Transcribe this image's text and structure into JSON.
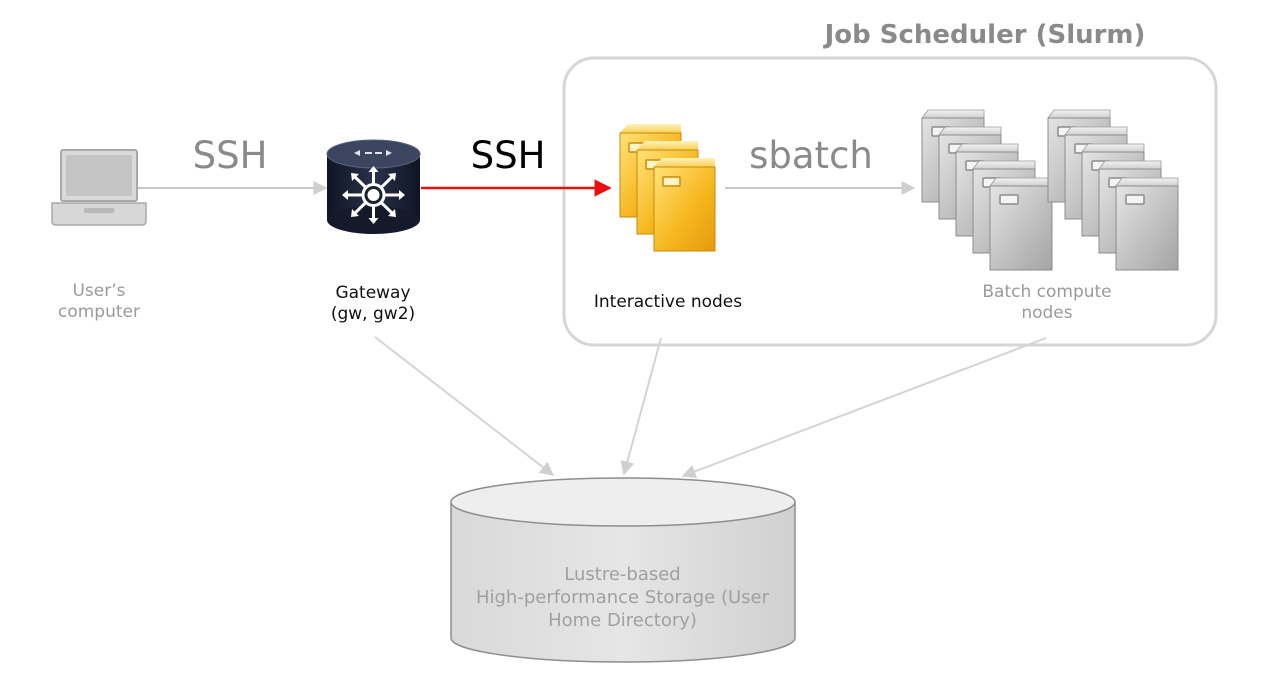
{
  "group": {
    "title": "Job Scheduler (Slurm)"
  },
  "nodes": {
    "user_computer": {
      "label": [
        "User’s",
        "computer"
      ]
    },
    "gateway": {
      "label": [
        "Gateway",
        "(gw, gw2)"
      ]
    },
    "interactive_nodes": {
      "label": [
        "Interactive nodes"
      ]
    },
    "batch_nodes": {
      "label": [
        "Batch compute",
        "nodes"
      ]
    },
    "storage": {
      "label": [
        "Lustre-based",
        "High-performance Storage (User",
        "Home Directory)"
      ]
    }
  },
  "edges": {
    "user_to_gateway": {
      "label": "SSH",
      "color": "#c8c8c8",
      "label_color": "#8a8a8a"
    },
    "gateway_to_interactive": {
      "label": "SSH",
      "color": "#e81010",
      "label_color": "#000000"
    },
    "interactive_to_batch": {
      "label": "sbatch",
      "color": "#c8c8c8",
      "label_color": "#8a8a8a"
    }
  },
  "colors": {
    "group_border": "#d6d6d6",
    "connector": "#d4d4d4",
    "server_gold": "#f2b319",
    "server_gray": "#b8b8b8",
    "gateway_dark": "#1c2236"
  },
  "icons": {
    "user_computer": "laptop-icon",
    "gateway": "router-icon",
    "interactive_nodes": "server-stack-icon",
    "batch_nodes": "server-cluster-icon",
    "storage": "database-cylinder-icon"
  }
}
